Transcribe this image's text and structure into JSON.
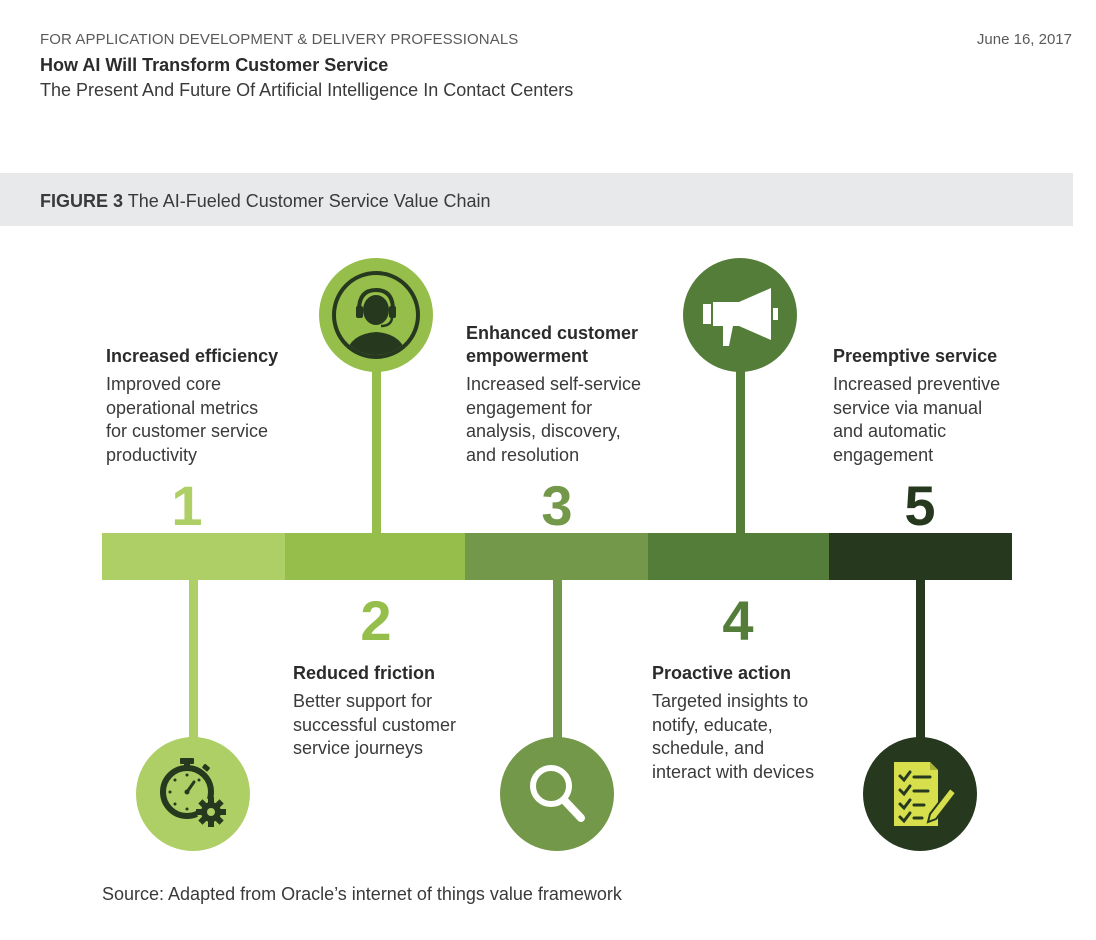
{
  "header": {
    "overline": "FOR APPLICATION DEVELOPMENT & DELIVERY PROFESSIONALS",
    "date": "June 16, 2017",
    "title": "How AI Will Transform Customer Service",
    "subtitle": "The Present And Future Of Artificial Intelligence In Contact Centers"
  },
  "figure": {
    "label": "FIGURE 3",
    "caption": "The AI-Fueled Customer Service Value Chain"
  },
  "colors": {
    "stage1": "#aecf65",
    "stage2": "#95be4b",
    "stage3": "#749849",
    "stage4": "#557d3a",
    "stage5": "#26391f",
    "icon_dark": "#26391f",
    "icon_light": "#d7e04c"
  },
  "stages": [
    {
      "number": "1",
      "title": "Increased efficiency",
      "description": [
        "Improved core",
        "operational metrics",
        "for customer service",
        "productivity"
      ],
      "icon": "stopwatch-gear-icon"
    },
    {
      "number": "2",
      "title": "Reduced friction",
      "description": [
        "Better support for",
        "successful customer",
        "service journeys"
      ],
      "icon": "headset-agent-icon"
    },
    {
      "number": "3",
      "title": "Enhanced customer\nempowerment",
      "title_lines": [
        "Enhanced customer",
        "empowerment"
      ],
      "description": [
        "Increased self-service",
        "engagement for",
        "analysis, discovery,",
        "and resolution"
      ],
      "icon": "magnifier-icon"
    },
    {
      "number": "4",
      "title": "Proactive action",
      "description": [
        "Targeted insights to",
        "notify, educate,",
        "schedule, and",
        "interact with devices"
      ],
      "icon": "megaphone-icon"
    },
    {
      "number": "5",
      "title": "Preemptive service",
      "description": [
        "Increased preventive",
        "service via manual",
        "and automatic",
        "engagement"
      ],
      "icon": "checklist-icon"
    }
  ],
  "source": "Source: Adapted from Oracle’s internet of things value framework"
}
